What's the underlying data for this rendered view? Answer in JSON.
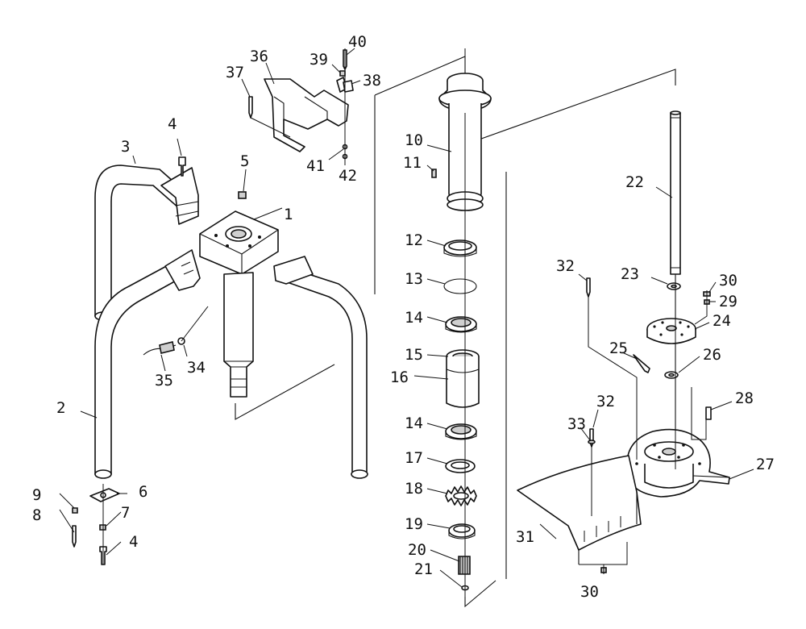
{
  "callouts": [
    "1",
    "2",
    "3",
    "4",
    "5",
    "6",
    "7",
    "8",
    "9",
    "10",
    "11",
    "12",
    "13",
    "14",
    "15",
    "16",
    "17",
    "18",
    "19",
    "20",
    "21",
    "22",
    "23",
    "24",
    "25",
    "26",
    "27",
    "28",
    "29",
    "30",
    "31",
    "32",
    "33",
    "34",
    "35",
    "36",
    "37",
    "38",
    "39",
    "40",
    "41",
    "42"
  ]
}
